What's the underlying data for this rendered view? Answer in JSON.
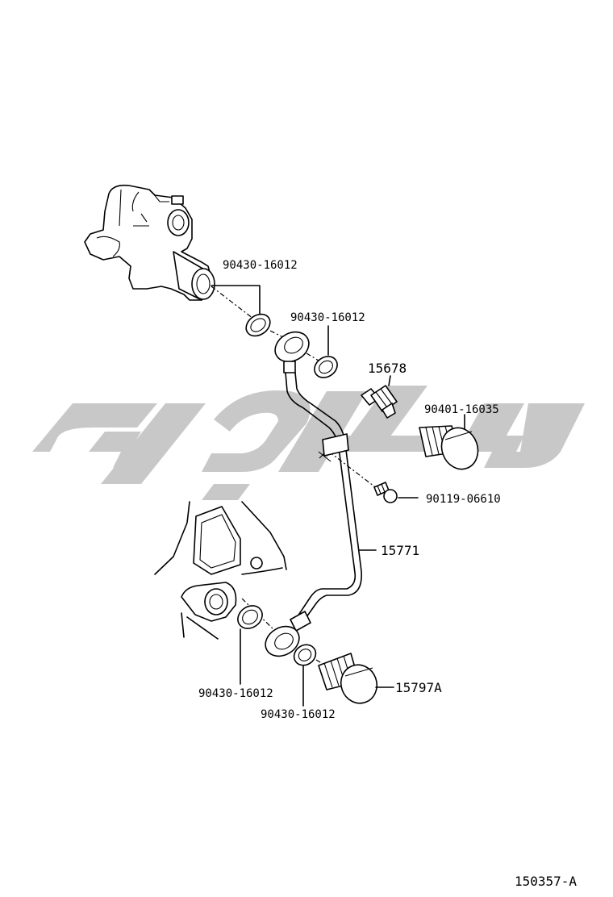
{
  "diagram": {
    "parts": [
      {
        "id": "gasket_top_left",
        "label": "90430-16012"
      },
      {
        "id": "gasket_top_mid",
        "label": "90430-16012"
      },
      {
        "id": "sensor",
        "label": "15678"
      },
      {
        "id": "union_bolt_top",
        "label": "90401-16035"
      },
      {
        "id": "bolt_small",
        "label": "90119-06610"
      },
      {
        "id": "oil_pipe",
        "label": "15771"
      },
      {
        "id": "gasket_bottom_left",
        "label": "90430-16012"
      },
      {
        "id": "gasket_bottom_mid",
        "label": "90430-16012"
      },
      {
        "id": "union_bolt_bottom",
        "label": "15797A"
      }
    ],
    "figure_code": "150357-A",
    "watermark_color": "#c8c8c8",
    "line_color": "#000000"
  }
}
